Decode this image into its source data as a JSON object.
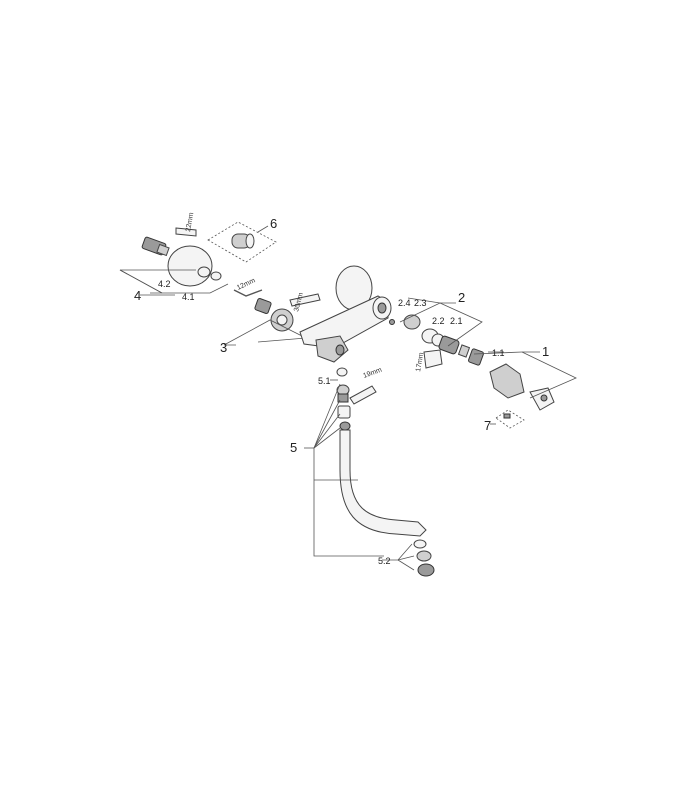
{
  "labels": {
    "l1": "1",
    "l1_1": "1.1",
    "l2": "2",
    "l2_1": "2.1",
    "l2_2": "2.2",
    "l2_3": "2.3",
    "l2_4": "2.4",
    "l3": "3",
    "l4": "4",
    "l4_1": "4.1",
    "l4_2": "4.2",
    "l5": "5",
    "l5_1": "5.1",
    "l5_2": "5.2",
    "l6": "6",
    "l7": "7"
  },
  "tools": {
    "t22": "22mm",
    "t12": "12mm",
    "t30": "30mm",
    "t17": "17mm",
    "t19": "19mm"
  }
}
